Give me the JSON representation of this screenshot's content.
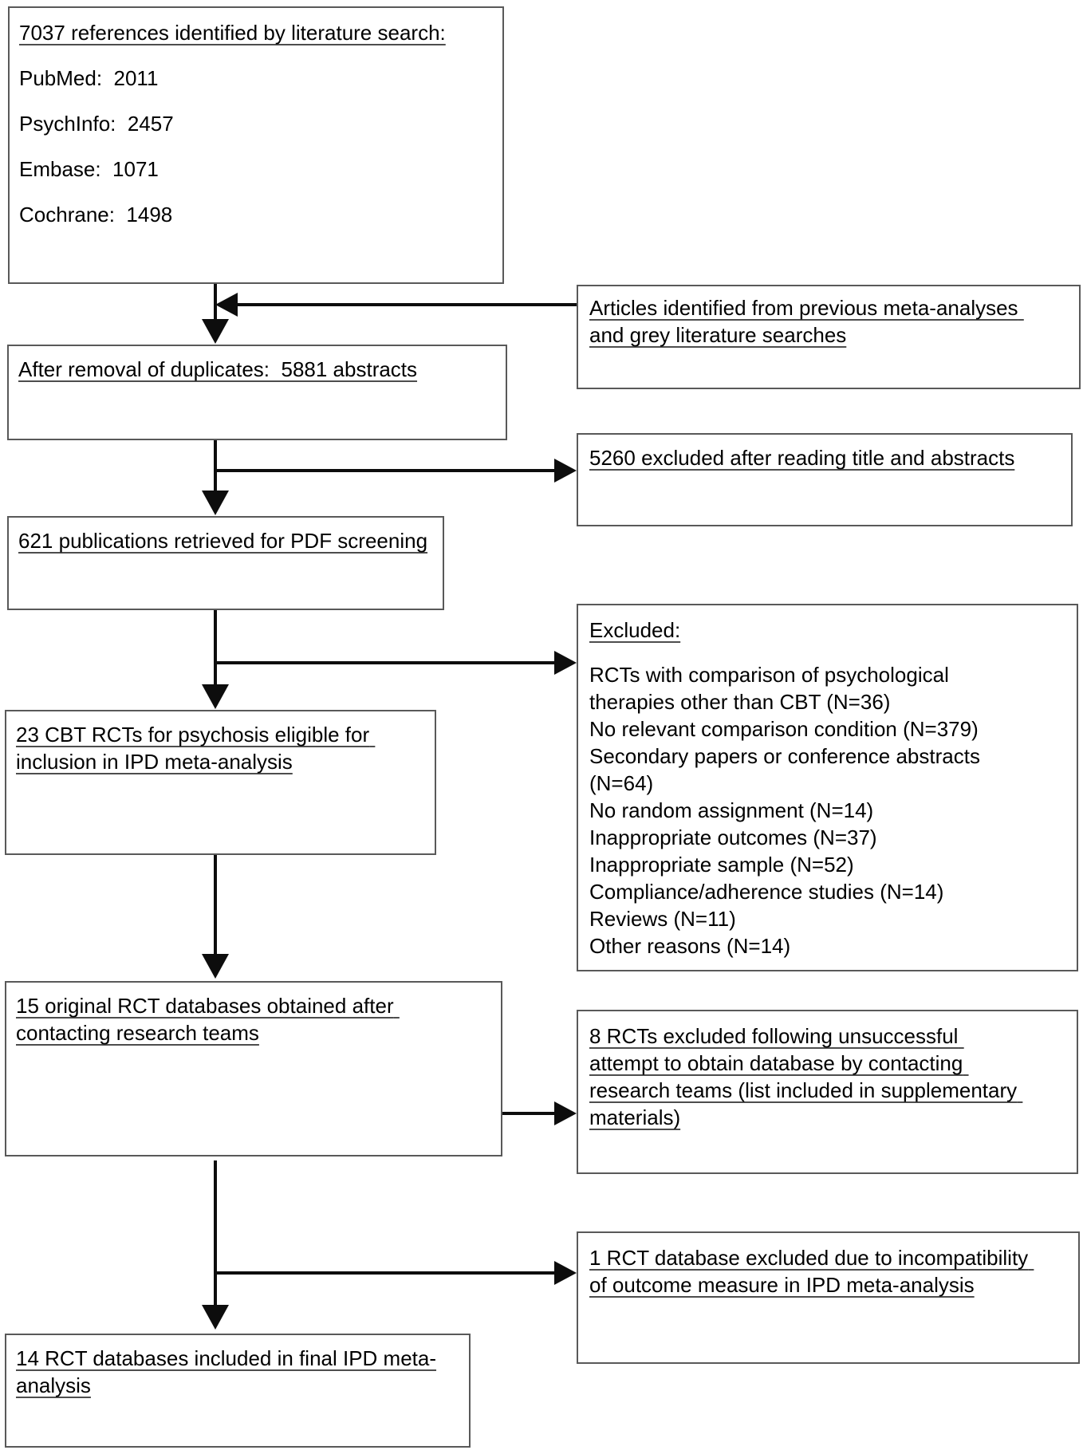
{
  "diagram": {
    "left": {
      "identified": {
        "title": "7037 references identified by literature search:",
        "lines": [
          "PubMed:  2011",
          "PsychInfo:  2457",
          "Embase:  1071",
          "Cochrane:  1498"
        ]
      },
      "duplicates_removed": "After removal of duplicates:  5881 abstracts",
      "pdf_screening": "621 publications retrieved for PDF screening",
      "eligible_rcts": "23 CBT RCTs for psychosis eligible for inclusion in IPD meta-analysis",
      "databases_obtained": "15 original RCT databases obtained after contacting research teams",
      "final_included": "14 RCT databases included in final IPD meta-analysis"
    },
    "right": {
      "previous_sources": "Articles identified from previous meta-analyses and grey literature searches",
      "title_abstract_excluded": "5260 excluded after reading title and abstracts",
      "excluded": {
        "title": "Excluded:",
        "items": [
          "RCTs with comparison of psychological therapies other than CBT (N=36)",
          "No relevant comparison condition (N=379)",
          "Secondary papers or conference abstracts (N=64)",
          "No random assignment (N=14)",
          "Inappropriate outcomes (N=37)",
          "Inappropriate sample (N=52)",
          "Compliance/adherence studies (N=14)",
          "Reviews (N=11)",
          "Other reasons (N=14)"
        ]
      },
      "no_database": "8 RCTs excluded following unsuccessful attempt to obtain database by contacting research teams (list included in supplementary materials)",
      "incompatible_outcome": "1 RCT database excluded due to incompatibility of outcome measure in IPD meta-analysis"
    }
  }
}
